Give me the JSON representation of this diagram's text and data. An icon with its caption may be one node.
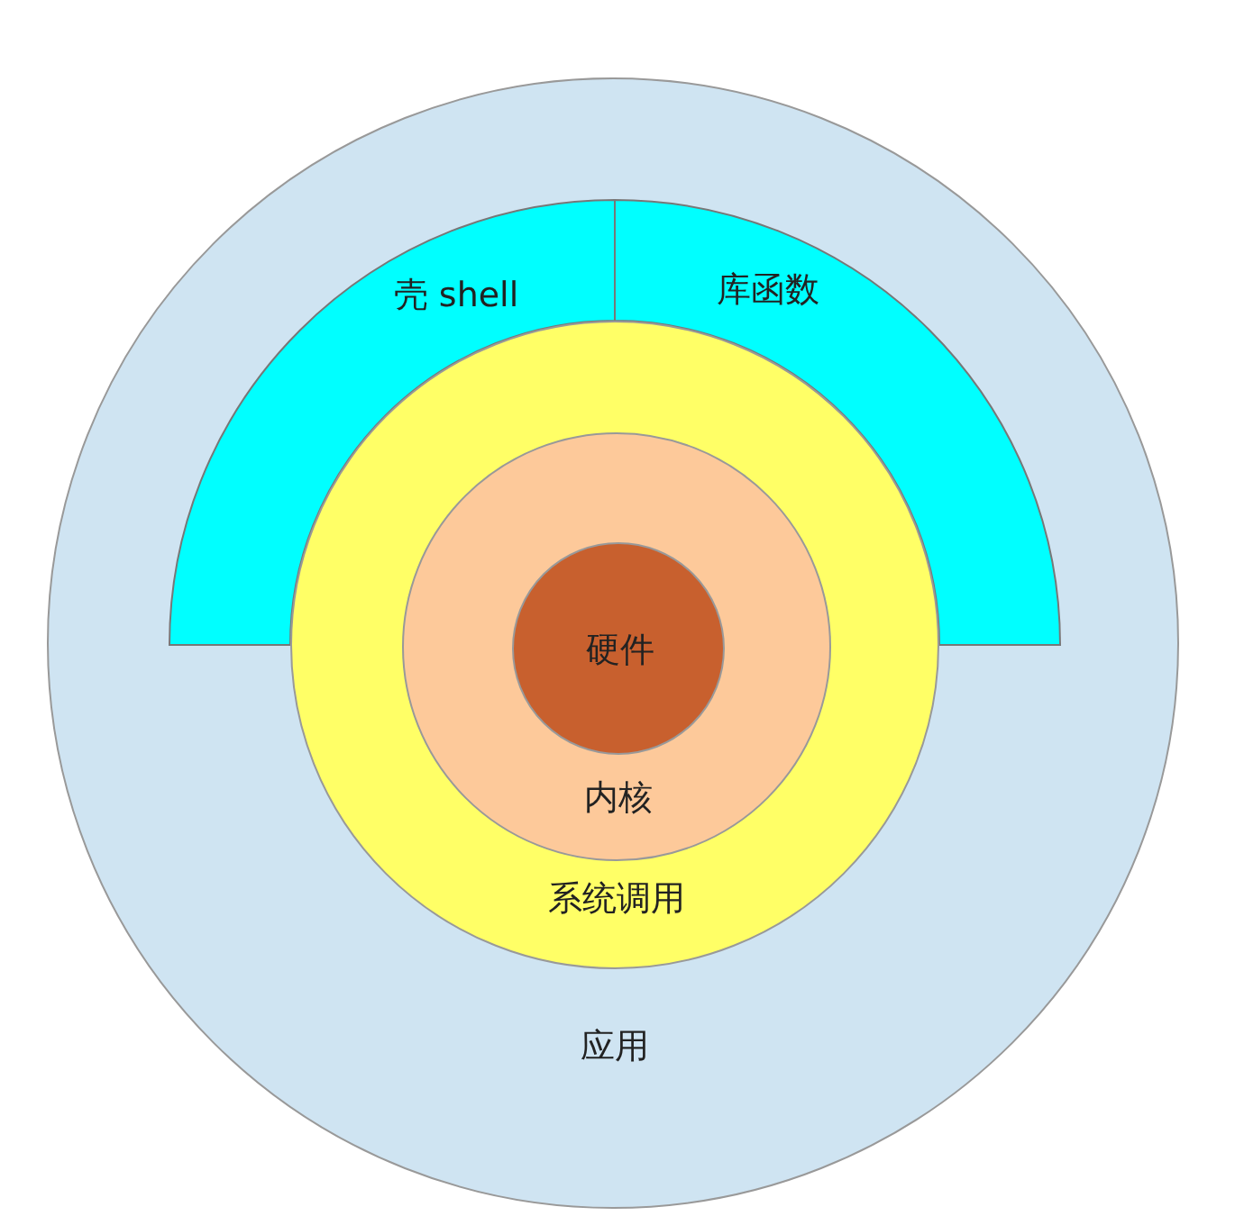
{
  "diagram": {
    "nodes": [
      {
        "text": [
          "应用"
        ]
      },
      {
        "text": [
          "壳 shell"
        ],
        "in": 0
      },
      {
        "text": [
          "库函数"
        ],
        "in": 0
      },
      {
        "text": [
          "系统调用"
        ],
        "in": 0
      },
      {
        "text": [
          "内核"
        ],
        "in": 3
      },
      {
        "text": [
          "硬件"
        ],
        "in": 4
      }
    ]
  }
}
